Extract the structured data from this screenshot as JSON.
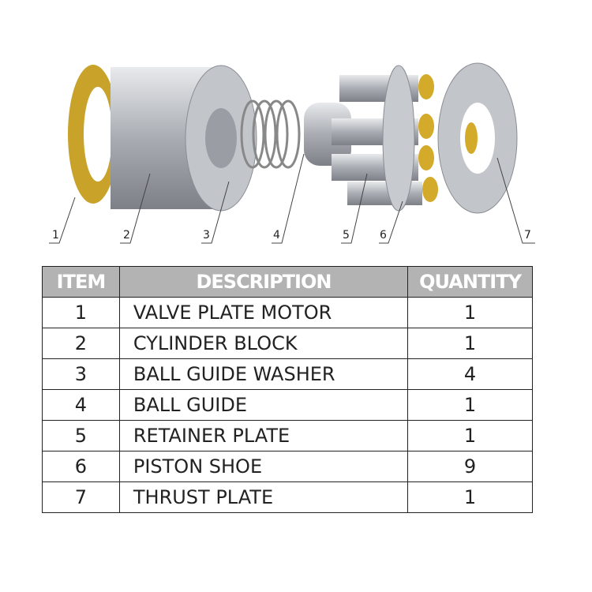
{
  "callouts": [
    "1",
    "2",
    "3",
    "4",
    "5",
    "6",
    "7"
  ],
  "table": {
    "headers": [
      "ITEM",
      "DESCRIPTION",
      "QUANTITY"
    ],
    "rows": [
      {
        "item": "1",
        "description": "VALVE PLATE MOTOR",
        "quantity": "1"
      },
      {
        "item": "2",
        "description": "CYLINDER BLOCK",
        "quantity": "1"
      },
      {
        "item": "3",
        "description": "BALL GUIDE WASHER",
        "quantity": "4"
      },
      {
        "item": "4",
        "description": "BALL GUIDE",
        "quantity": "1"
      },
      {
        "item": "5",
        "description": "RETAINER PLATE",
        "quantity": "1"
      },
      {
        "item": "6",
        "description": "PISTON SHOE",
        "quantity": "9"
      },
      {
        "item": "7",
        "description": "THRUST PLATE",
        "quantity": "1"
      }
    ]
  },
  "colors": {
    "header_bg": "#b3b3b3",
    "brass": "#d4aa2a",
    "steel": "#b8bcc2"
  }
}
